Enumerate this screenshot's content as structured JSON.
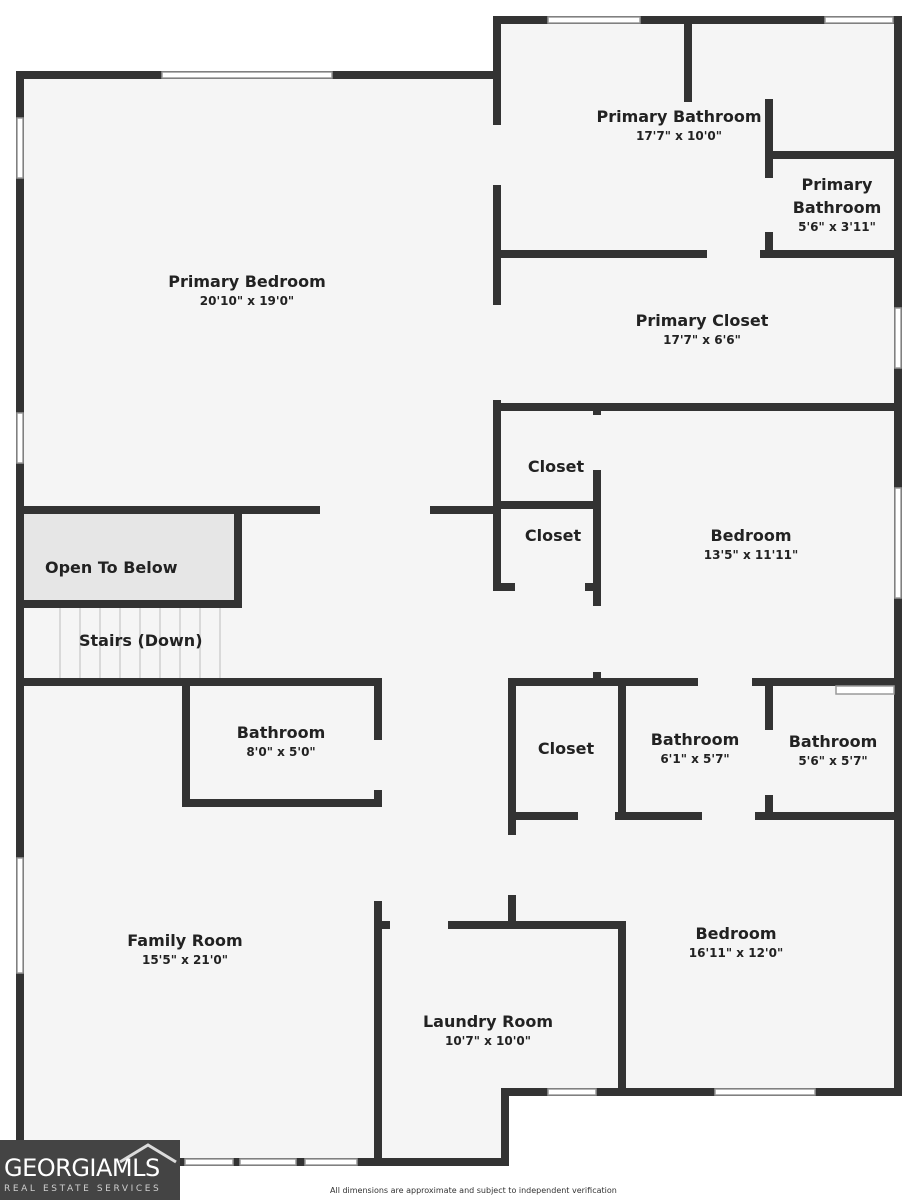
{
  "rooms": {
    "primary_bedroom": {
      "name": "Primary Bedroom",
      "dims": "20'10\" x 19'0\""
    },
    "primary_bathroom": {
      "name": "Primary Bathroom",
      "dims": "17'7\" x 10'0\""
    },
    "primary_bathroom_small": {
      "name_line1": "Primary",
      "name_line2": "Bathroom",
      "dims": "5'6\" x 3'11\""
    },
    "primary_closet": {
      "name": "Primary Closet",
      "dims": "17'7\" x 6'6\""
    },
    "closet_1": {
      "name": "Closet"
    },
    "closet_2": {
      "name": "Closet"
    },
    "closet_3": {
      "name": "Closet"
    },
    "bedroom_1": {
      "name": "Bedroom",
      "dims": "13'5\" x 11'11\""
    },
    "open_to_below": {
      "name": "Open To Below"
    },
    "stairs": {
      "name": "Stairs (Down)"
    },
    "bathroom_hall": {
      "name": "Bathroom",
      "dims": "8'0\" x 5'0\""
    },
    "bathroom_2": {
      "name": "Bathroom",
      "dims": "6'1\" x 5'7\""
    },
    "bathroom_3": {
      "name": "Bathroom",
      "dims": "5'6\" x 5'7\""
    },
    "family_room": {
      "name": "Family Room",
      "dims": "15'5\" x 21'0\""
    },
    "bedroom_2": {
      "name": "Bedroom",
      "dims": "16'11\" x 12'0\""
    },
    "laundry_room": {
      "name": "Laundry Room",
      "dims": "10'7\" x 10'0\""
    }
  },
  "logo": {
    "brand": "GEORGIAMLS",
    "subtitle": "REAL ESTATE SERVICES"
  },
  "disclaimer": "All dimensions are approximate and subject to independent verification",
  "colors": {
    "wall": "#333333",
    "floor": "#f5f5f5",
    "logo_bg": "#444444"
  }
}
